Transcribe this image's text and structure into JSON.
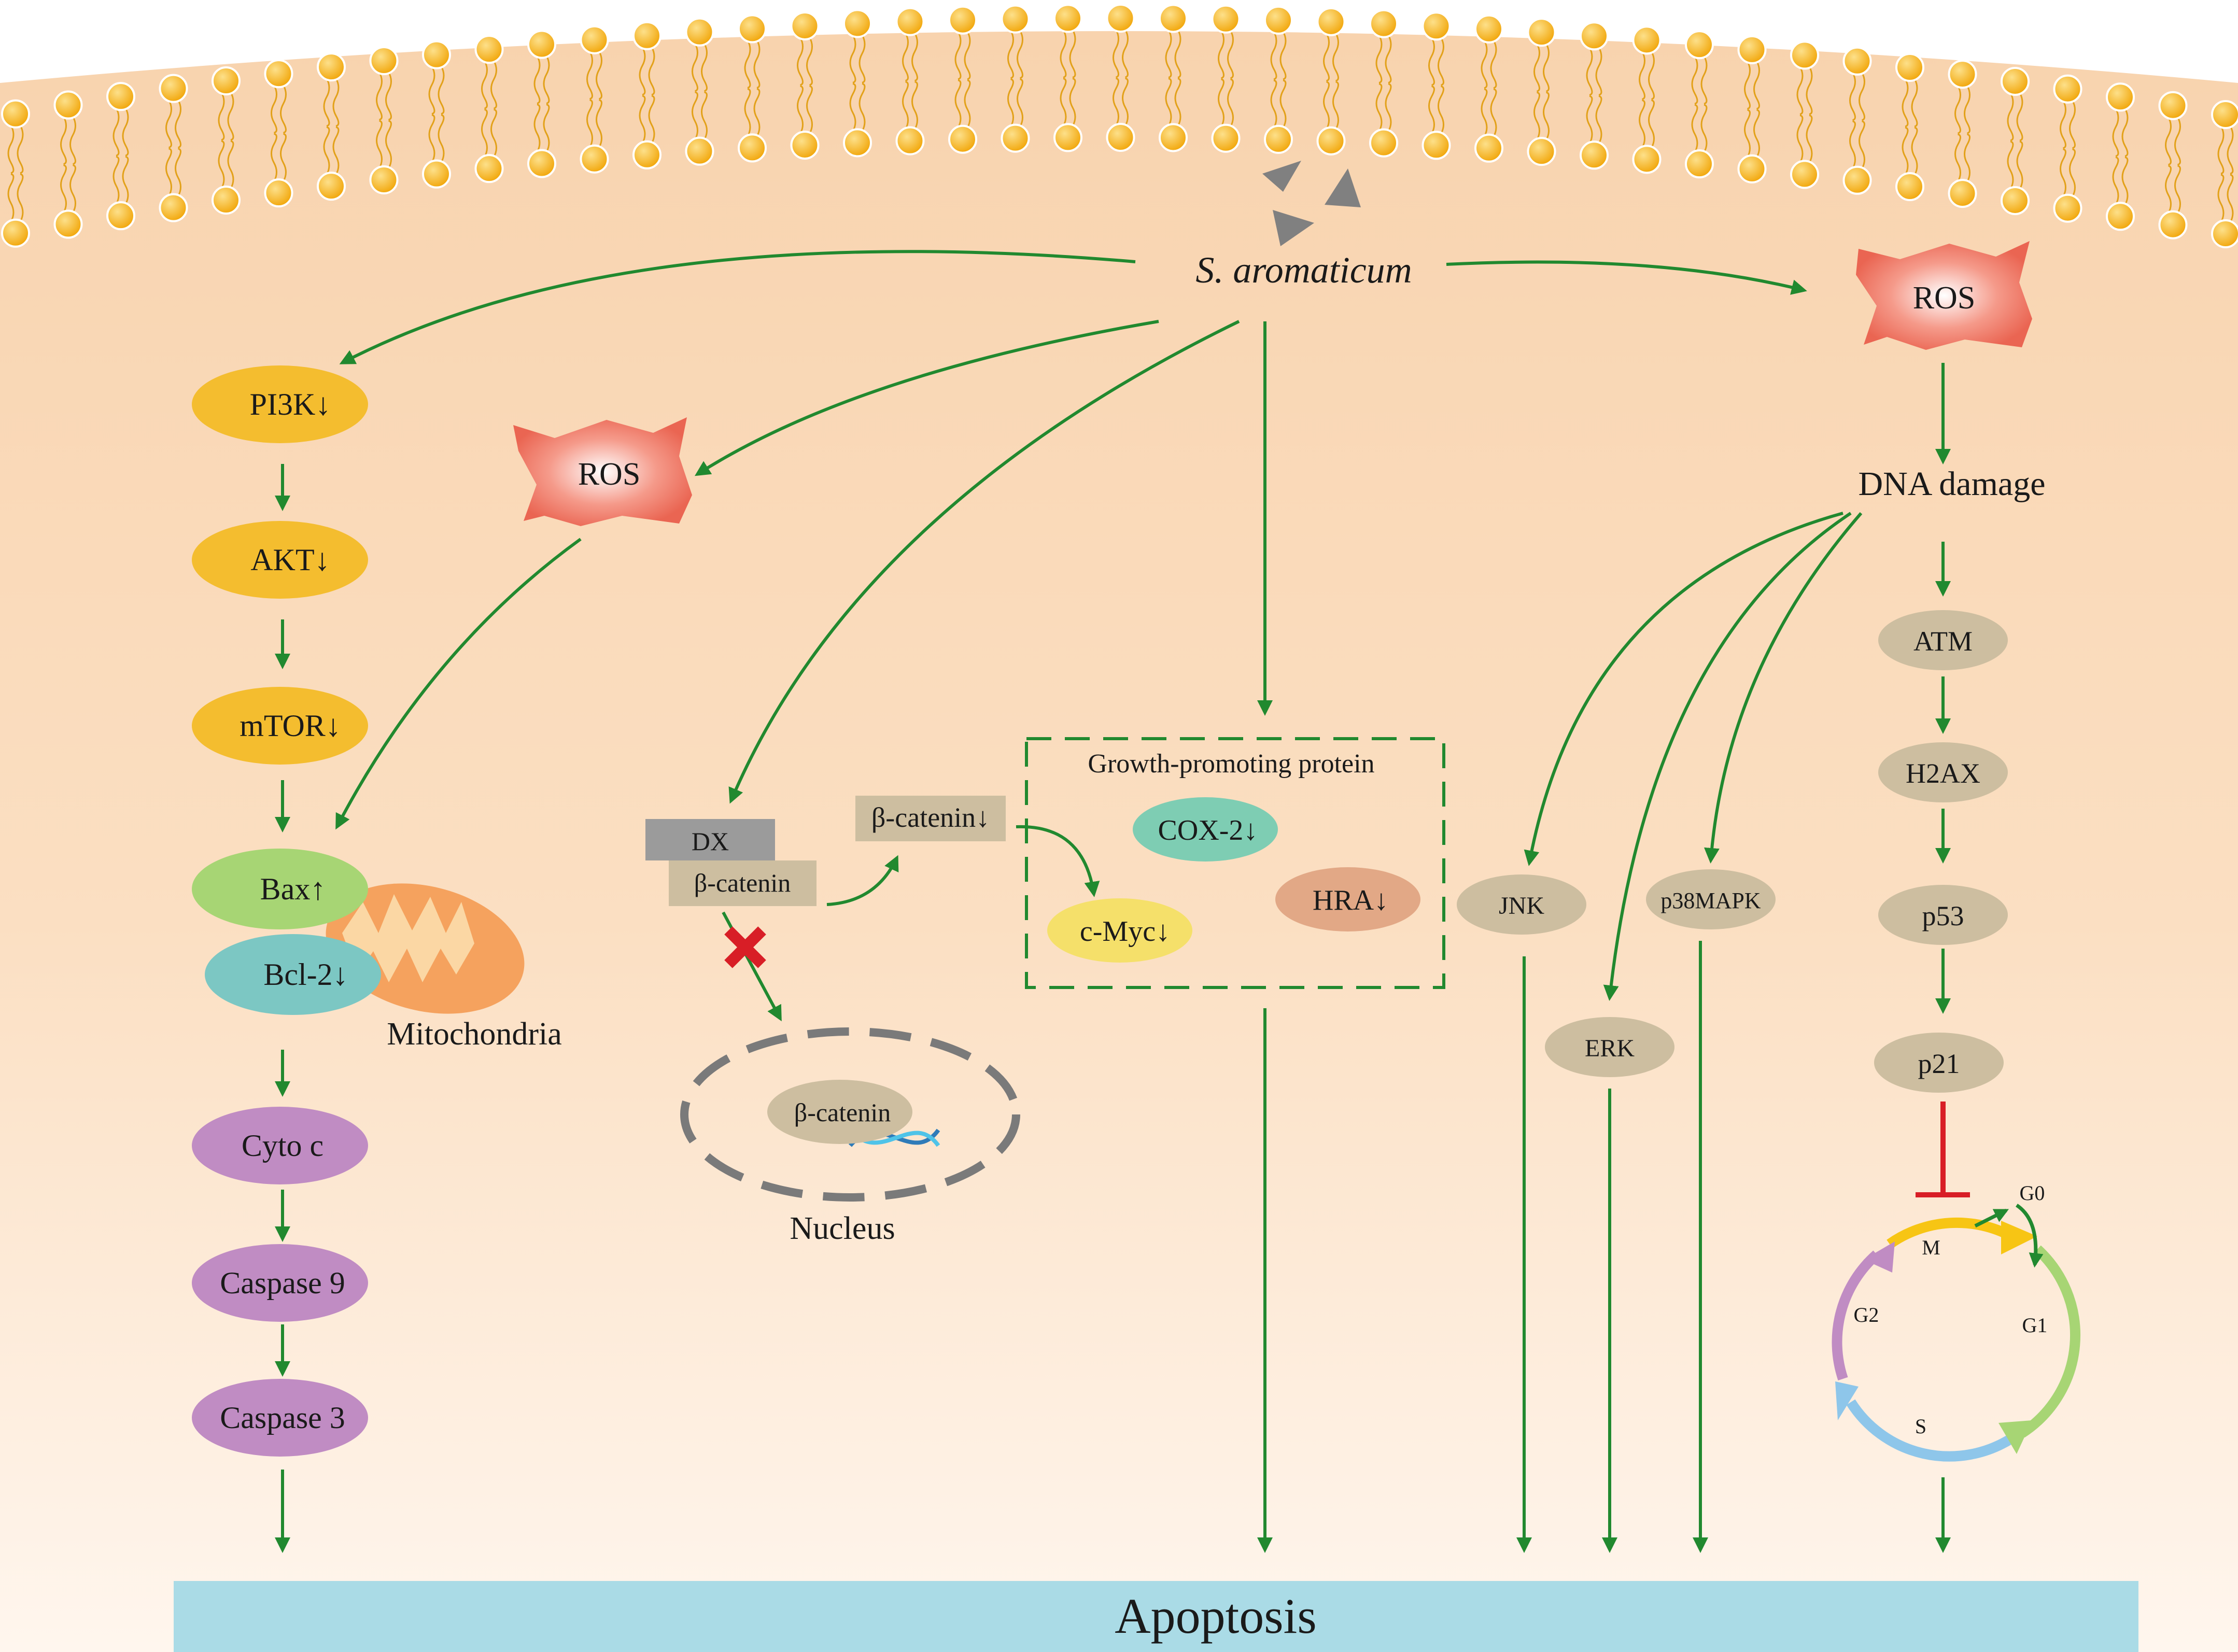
{
  "agent": "S. aromaticum",
  "ros": [
    "ROS",
    "ROS"
  ],
  "pi3k_pathway": [
    "PI3K↓",
    "AKT↓",
    "mTOR↓"
  ],
  "mito": {
    "bax": "Bax↑",
    "bcl2": "Bcl-2↓",
    "label": "Mitochondria"
  },
  "caspase_pathway": [
    "Cyto c",
    "Caspase 9",
    "Caspase 3"
  ],
  "wnt": {
    "dx": "DX",
    "bcat_bound": "β-catenin",
    "bcat_free": "β-catenin↓",
    "bcat_nuclear": "β-catenin",
    "nucleus": "Nucleus"
  },
  "growth": {
    "title": "Growth-promoting protein",
    "cox2": "COX-2↓",
    "cmyc": "c-Myc↓",
    "hra": "HRA↓"
  },
  "mapk": [
    "JNK",
    "ERK",
    "p38MAPK"
  ],
  "dna": {
    "damage": "DNA damage",
    "chain": [
      "ATM",
      "H2AX",
      "p53",
      "p21"
    ]
  },
  "cell_cycle": {
    "phases": [
      "G0",
      "M",
      "G1",
      "S",
      "G2"
    ]
  },
  "outcome": "Apoptosis",
  "colors": {
    "cytoplasm_top": "#f8d3ae",
    "cytoplasm_bottom": "#fff6ee",
    "lipid_head": "#f3b21b",
    "arrow": "#21892f",
    "inhibit": "#d81e26",
    "yellow_node": "#f4bd2f",
    "green_node": "#a7d574",
    "teal_node": "#7cc7c3",
    "purple_node": "#c08cc3",
    "tan_node": "#cdbea0",
    "cox2": "#7ecdb3",
    "cmyc": "#f5e06a",
    "hra": "#e2a886",
    "apoptosis_bar": "#aadbe6",
    "ros": "#ee6f5e",
    "mito_outer": "#f5a25e",
    "grey_box": "#9b9b9b",
    "tan_box": "#cdbea0"
  }
}
